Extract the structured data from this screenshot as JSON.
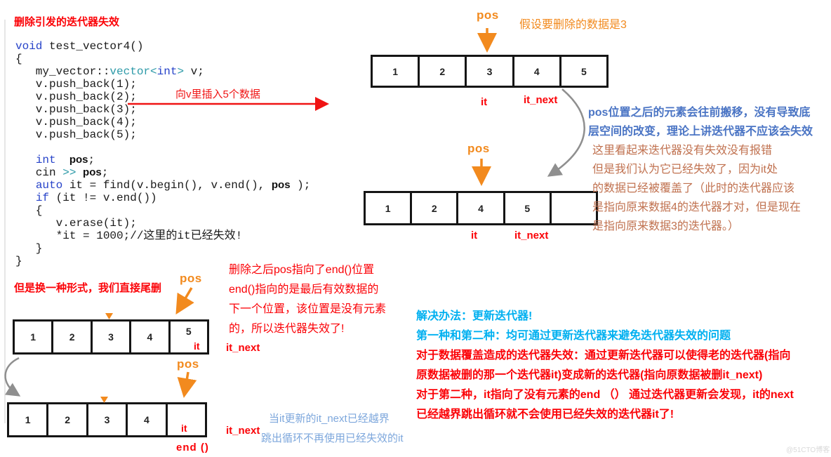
{
  "title": "删除引发的迭代器失效",
  "code": {
    "lines": [
      [
        [
          "kw",
          "void"
        ],
        [
          "p",
          " test_vector4()"
        ]
      ],
      [
        [
          "p",
          "{"
        ]
      ],
      [
        [
          "p",
          "   my_vector::"
        ],
        [
          "op",
          "vector"
        ],
        [
          "op",
          "<"
        ],
        [
          "kw",
          "int"
        ],
        [
          "op",
          ">"
        ],
        [
          "p",
          " v;"
        ]
      ],
      [
        [
          "p",
          "   v.push_back(1);"
        ]
      ],
      [
        [
          "p",
          "   v.push_back(2);"
        ]
      ],
      [
        [
          "p",
          "   v.push_back(3);"
        ]
      ],
      [
        [
          "p",
          "   v.push_back(4);"
        ]
      ],
      [
        [
          "p",
          "   v.push_back(5);"
        ]
      ],
      [
        [
          "p",
          ""
        ]
      ],
      [
        [
          "p",
          "   "
        ],
        [
          "kw",
          "int"
        ],
        [
          "p",
          "  "
        ],
        [
          "sn",
          "pos"
        ],
        [
          "p",
          ";"
        ]
      ],
      [
        [
          "p",
          "   cin "
        ],
        [
          "op",
          ">>"
        ],
        [
          "p",
          " "
        ],
        [
          "sn",
          "pos"
        ],
        [
          "p",
          ";"
        ]
      ],
      [
        [
          "p",
          "   "
        ],
        [
          "kw",
          "auto"
        ],
        [
          "p",
          " it = find(v.begin(), v.end(), "
        ],
        [
          "sn",
          "pos"
        ],
        [
          "p",
          " );"
        ]
      ],
      [
        [
          "p",
          "   "
        ],
        [
          "kw",
          "if"
        ],
        [
          "p",
          " (it != v.end())"
        ]
      ],
      [
        [
          "p",
          "   {"
        ]
      ],
      [
        [
          "p",
          "      v.erase(it);"
        ]
      ],
      [
        [
          "p",
          "      *it = 1000;//这里的it已经失效!"
        ]
      ],
      [
        [
          "p",
          "   }"
        ]
      ],
      [
        [
          "p",
          "}"
        ]
      ]
    ]
  },
  "diagrams": {
    "v1": [
      "1",
      "2",
      "3",
      "4",
      "5"
    ],
    "v2": [
      "1",
      "2",
      "4",
      "5",
      ""
    ],
    "v3": [
      "1",
      "2",
      "3",
      "4",
      "5"
    ],
    "v4": [
      "1",
      "2",
      "3",
      "4",
      ""
    ]
  },
  "labels": {
    "pos": "pos",
    "it": "it",
    "it_next": "it_next",
    "end": "end ()"
  },
  "annotations": {
    "insert_note": "向v里插入5个数据",
    "assume_note": "假设要删除的数据是3",
    "tail_delete_heading": "但是换一种形式，我们直接尾删",
    "right_note_lines": [
      {
        "color": "blue",
        "text": "pos位置之后的元素会往前搬移，没有导致底"
      },
      {
        "color": "blue",
        "text": "层空间的改变，理论上讲迭代器不应该会失效"
      },
      {
        "color": "brown",
        "text": "这里看起来迭代器没有失效没有报错"
      },
      {
        "color": "brown",
        "text": "但是我们认为它已经失效了，因为it处"
      },
      {
        "color": "brown",
        "text": "的数据已经被覆盖了（此时的迭代器应该"
      },
      {
        "color": "brown",
        "text": "是指向原来数据4的迭代器才对，但是现在"
      },
      {
        "color": "brown",
        "text": "是指向原来数据3的迭代器。）"
      }
    ],
    "red_note_lines": [
      "删除之后pos指向了end()位置",
      "end()指向的是最后有效数据的",
      "下一个位置，该位置是没有元素",
      "的，所以迭代器失效了!"
    ],
    "solution_lines": [
      {
        "color": "cyan",
        "text": "解决办法：更新迭代器!"
      },
      {
        "color": "cyan",
        "text": "第一种和第二种：均可通过更新迭代器来避免迭代器失效的问题"
      },
      {
        "color": "red",
        "text": "对于数据覆盖造成的迭代器失效：通过更新迭代器可以使得老的迭代器(指向"
      },
      {
        "color": "red",
        "text": "原数据被删的那一个迭代器it)变成新的迭代器(指向原数据被删it_next)"
      },
      {
        "color": "red",
        "text": "对于第二种，it指向了没有元素的end （） 通过迭代器更新会发现，it的next"
      },
      {
        "color": "red",
        "text": "已经越界跳出循环就不会使用已经失效的迭代器it了!"
      }
    ],
    "lightblue_line1": "当it更新的it_next已经越界",
    "lightblue_line2": "跳出循环不再使用已经失效的it",
    "watermark": "@51CTO博客"
  },
  "colors": {
    "red": "#fb0207",
    "orange": "#f28a1e",
    "code_keyword": "#2743c9",
    "code_type": "#2d9aa8",
    "note_blue": "#4a74c4",
    "note_brown": "#c0714f",
    "solution_cyan": "#00b0f0",
    "note_lightblue": "#7da7dc",
    "arrow_gray": "#8f8f8f"
  }
}
